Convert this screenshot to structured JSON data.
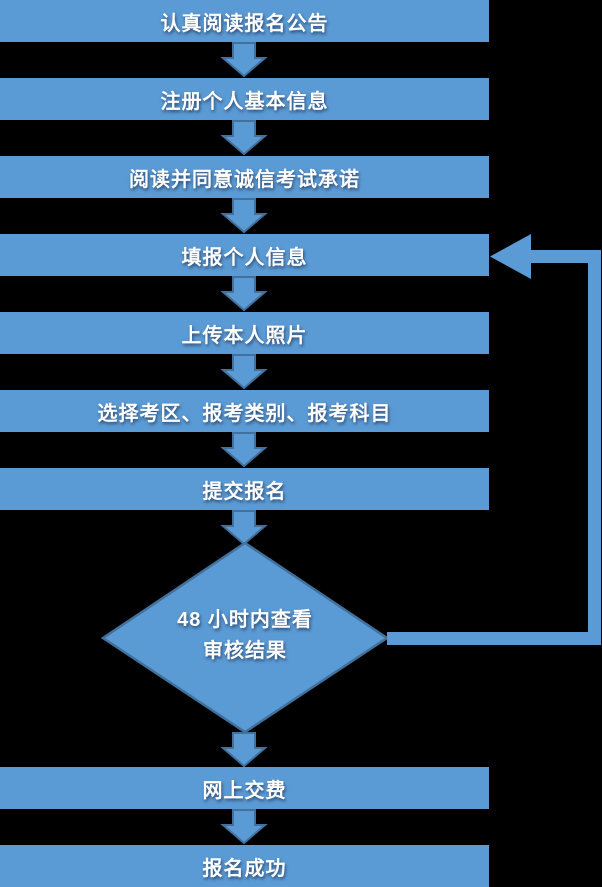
{
  "colors": {
    "shape_fill": "#5B9BD5",
    "shape_border": "#41719C",
    "background": "#000000",
    "text": "#FFFFFF"
  },
  "icons": {
    "down_connector": "block-arrow-down",
    "loop_connector": "left-pointing-return-arrow"
  },
  "flowchart": {
    "steps": [
      {
        "type": "process",
        "label": "认真阅读报名公告"
      },
      {
        "type": "process",
        "label": "注册个人基本信息"
      },
      {
        "type": "process",
        "label": "阅读并同意诚信考试承诺"
      },
      {
        "type": "process",
        "label": "填报个人信息"
      },
      {
        "type": "process",
        "label": "上传本人照片"
      },
      {
        "type": "process",
        "label": "选择考区、报考类别、报考科目"
      },
      {
        "type": "process",
        "label": "提交报名"
      },
      {
        "type": "decision",
        "label_line1": "48 小时内查看",
        "label_line2": "审核结果"
      },
      {
        "type": "process",
        "label": "网上交费"
      },
      {
        "type": "process",
        "label": "报名成功"
      }
    ]
  }
}
